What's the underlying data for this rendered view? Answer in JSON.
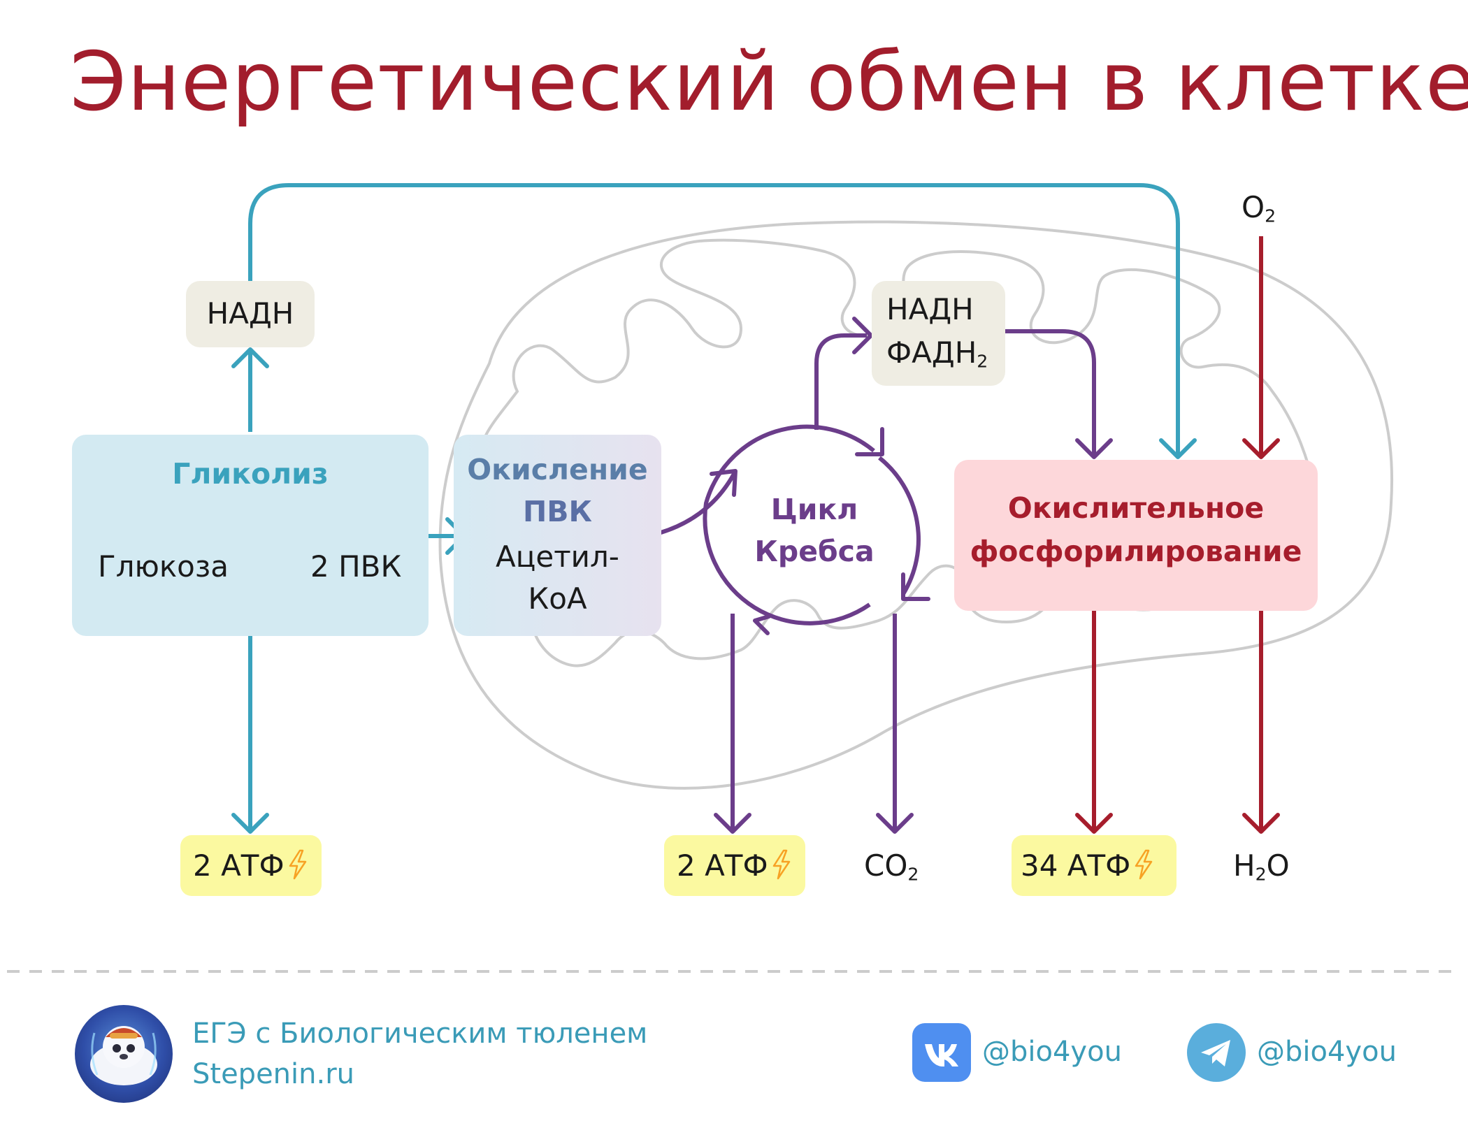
{
  "title": "Энергетический обмен в клетке",
  "colors": {
    "title": "#a21d2c",
    "teal": "#3aa2bd",
    "purple": "#6b3d8a",
    "red": "#a61d2c",
    "gray_outline": "#cccccc",
    "glycolysis_box": "#d3eaf2",
    "oxidation_box": "#e3e3f0",
    "oxphos_box": "#fdd7da",
    "nadh_box": "#efede3",
    "atp_box": "#fbf9a0",
    "vk_blue": "#4f8ff0",
    "tg_blue": "#5aaedc"
  },
  "glycolysis": {
    "heading": "Гликолиз",
    "reaction_left": "Глюкоза",
    "reaction_right": "2 ПВК"
  },
  "pvk_oxidation": {
    "heading_line1": "Окисление",
    "heading_line2": "ПВК",
    "product_line1": "Ацетил-",
    "product_line2": "КоА"
  },
  "krebs": {
    "line1": "Цикл",
    "line2": "Кребса"
  },
  "oxphos": {
    "line1": "Окислительное",
    "line2": "фосфорилирование"
  },
  "nadh_glycolysis": "НАДН",
  "nadh_krebs": {
    "line1": "НАДН",
    "line2_main": "ФАДН",
    "line2_sub": "2"
  },
  "o2": {
    "main": "O",
    "sub": "2"
  },
  "outputs": {
    "atp_glycolysis": "2 АТФ",
    "atp_krebs": "2 АТФ",
    "co2_main": "CO",
    "co2_sub": "2",
    "atp_oxphos": "34 АТФ",
    "h2o_h": "H",
    "h2o_sub": "2",
    "h2o_o": "O"
  },
  "footer": {
    "line1": "ЕГЭ с Биологическим тюленем",
    "line2": "Stepenin.ru",
    "vk_handle": "@bio4you",
    "tg_handle": "@bio4you"
  },
  "icons": {
    "bolt": "lightning-bolt-icon",
    "vk": "vk-logo-icon",
    "telegram": "telegram-logo-icon",
    "avatar": "seal-mascot-avatar"
  }
}
